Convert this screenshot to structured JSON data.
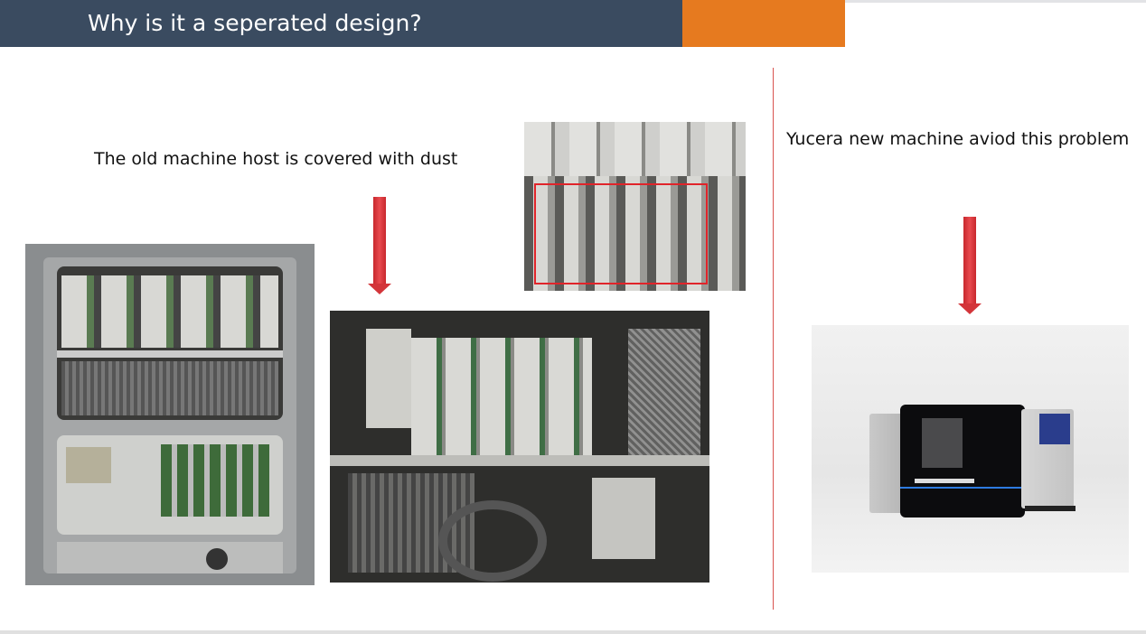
{
  "header": {
    "title": "Why is it a seperated design?",
    "bar_color": "#3a4b60",
    "accent_color": "#e67a1f"
  },
  "left": {
    "caption": "The old machine host is covered with dust"
  },
  "right": {
    "caption": "Yucera new machine aviod this problem"
  },
  "arrow_color": "#d3353a"
}
